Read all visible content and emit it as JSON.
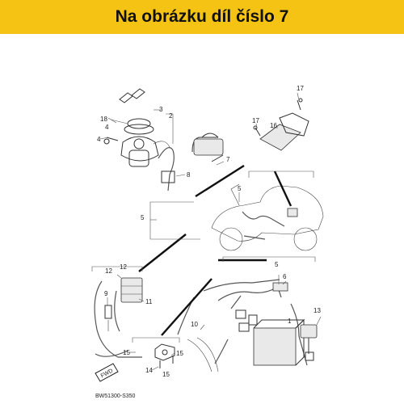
{
  "banner": {
    "title": "Na obrázku díl číslo 7",
    "color": "#f5c313"
  },
  "diagram": {
    "callouts": [
      "1",
      "2",
      "3",
      "4",
      "4",
      "5",
      "5",
      "5",
      "6",
      "7",
      "8",
      "9",
      "10",
      "11",
      "12",
      "12",
      "13",
      "14",
      "15",
      "15",
      "16",
      "17",
      "17",
      "18"
    ],
    "fwd_label": "FWD",
    "drawing_code": "BW51300-S350"
  }
}
